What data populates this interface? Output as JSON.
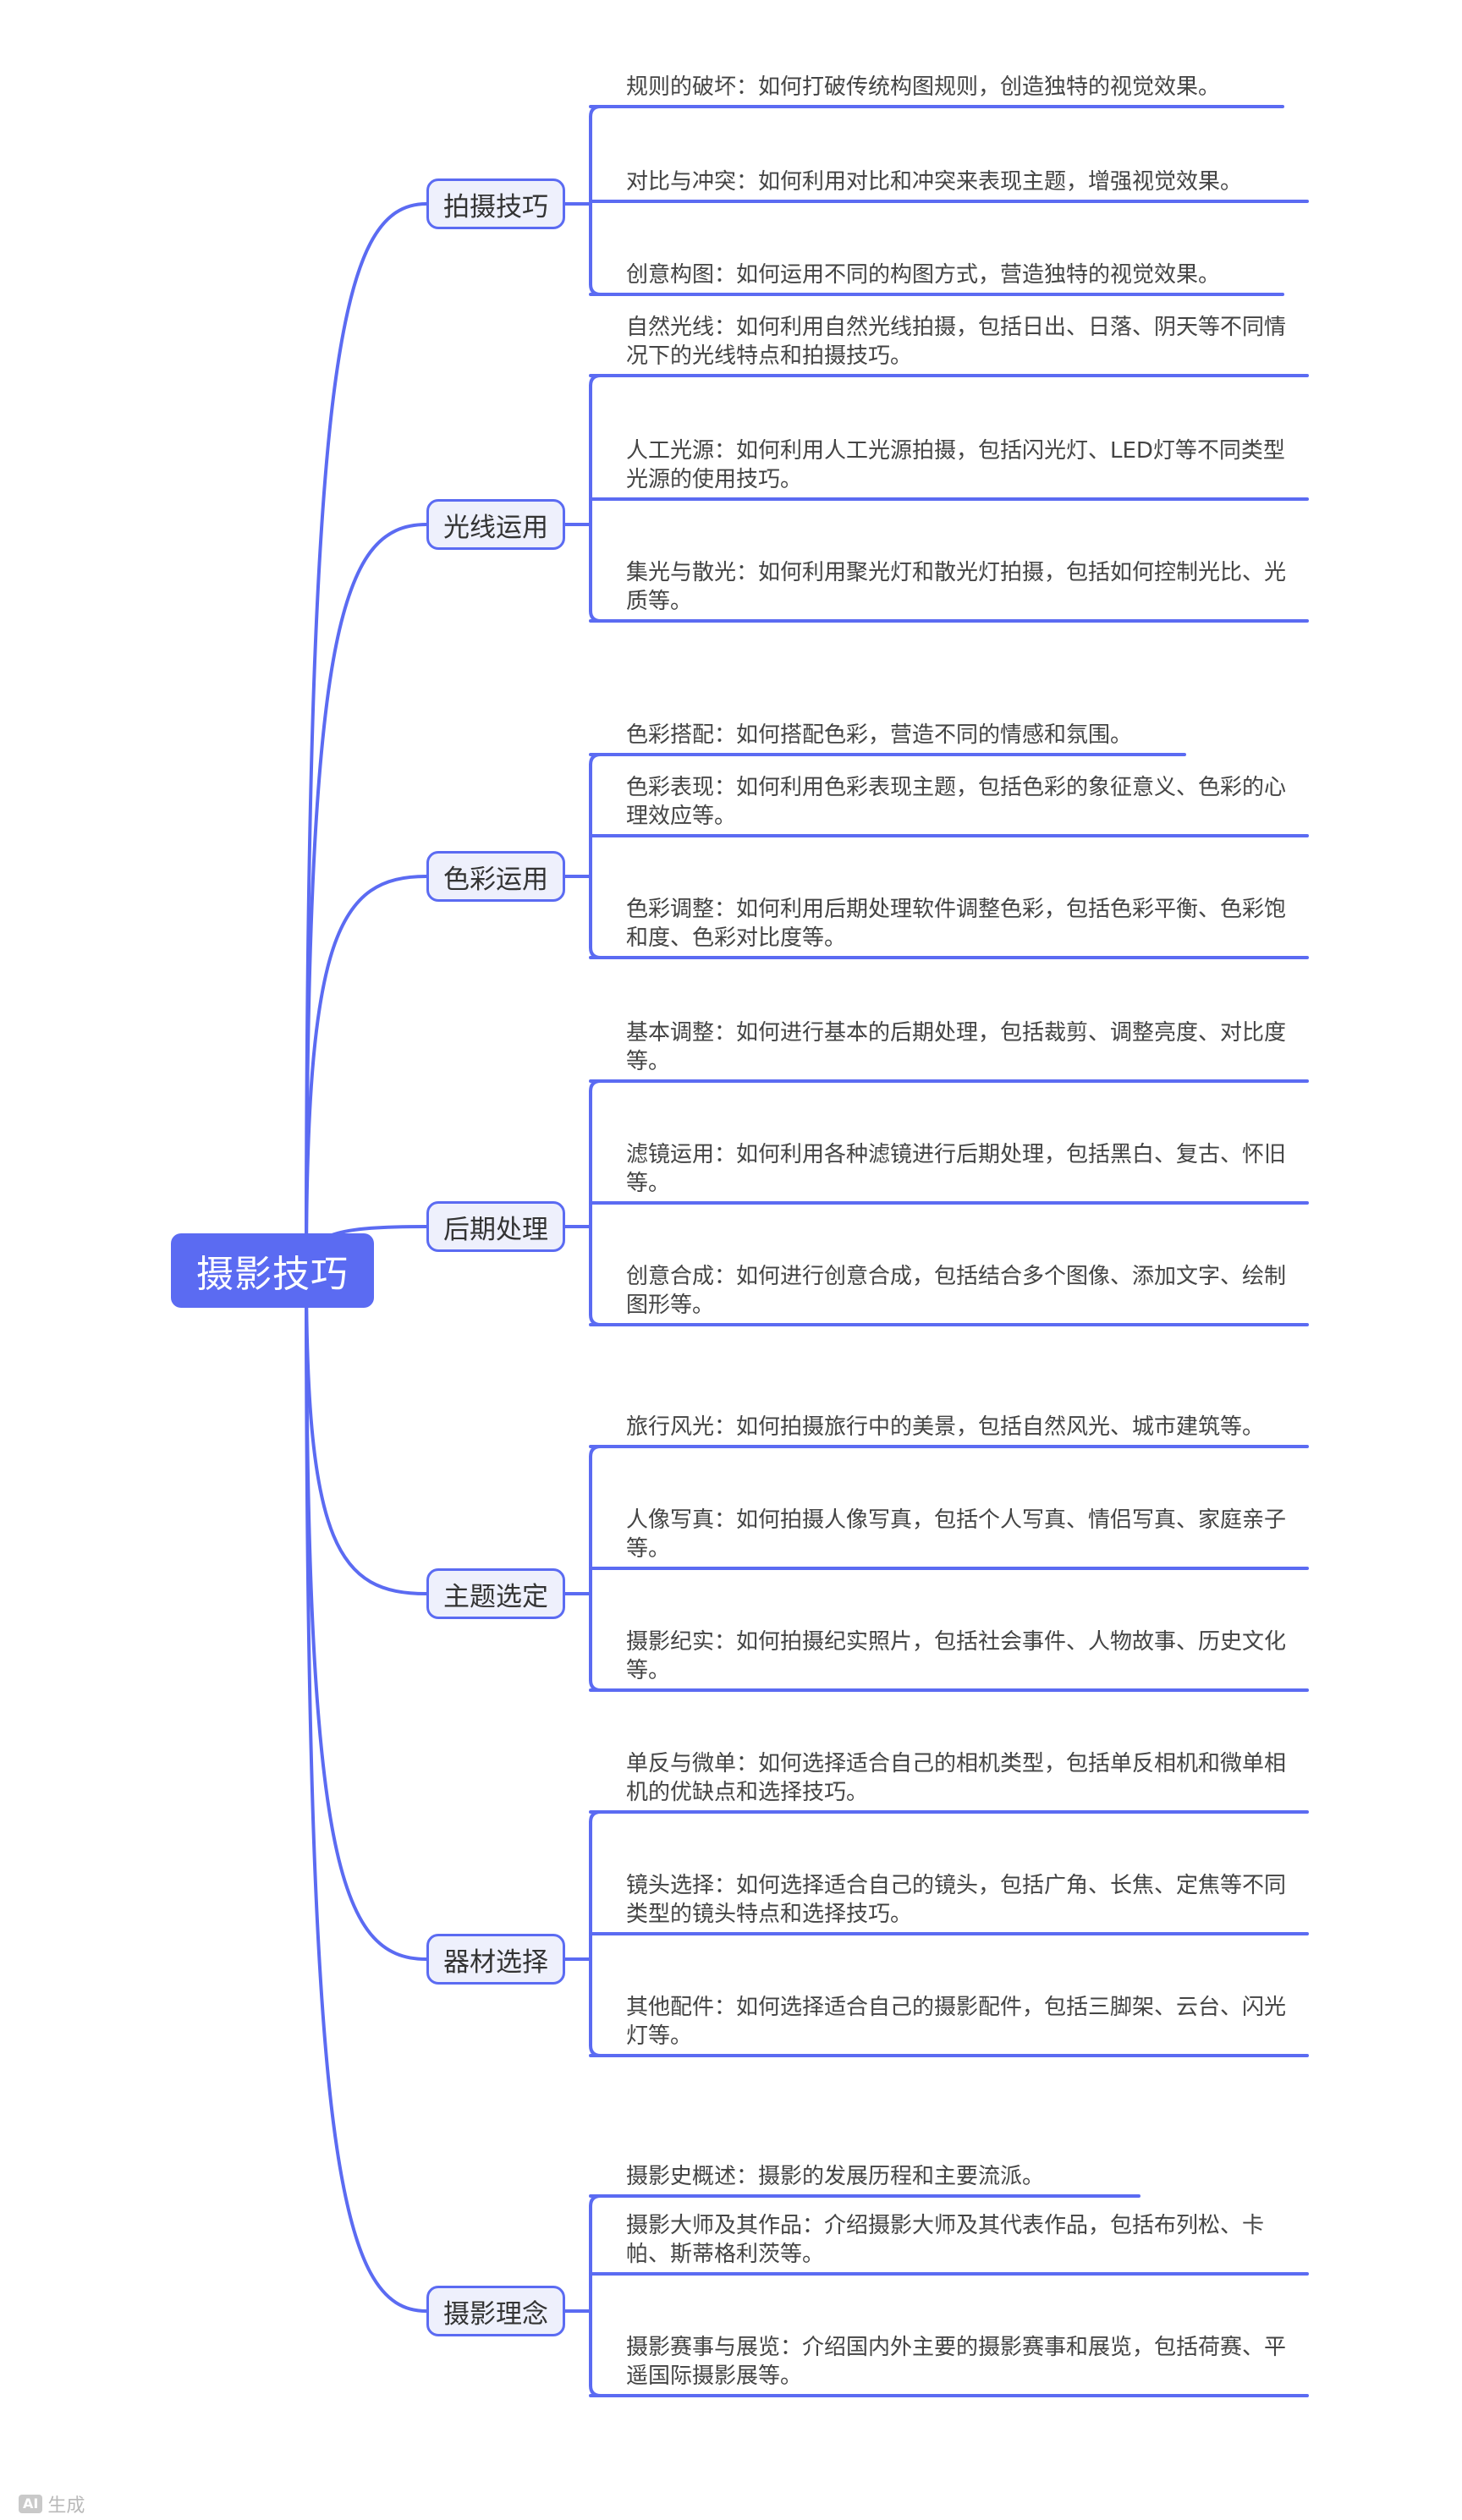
{
  "root": "摄影技巧",
  "colors": {
    "line": "#5b6bf2",
    "branch_fill": "#eef0fc",
    "root_fill": "#5b6bf2",
    "text": "#444444"
  },
  "branches": [
    {
      "label": "拍摄技巧",
      "children": [
        "规则的破坏：如何打破传统构图规则，创造独特的视觉效果。",
        "对比与冲突：如何利用对比和冲突来表现主题，增强视觉效果。",
        "创意构图：如何运用不同的构图方式，营造独特的视觉效果。"
      ]
    },
    {
      "label": "光线运用",
      "children": [
        "自然光线：如何利用自然光线拍摄，包括日出、日落、阴天等不同情况下的光线特点和拍摄技巧。",
        "人工光源：如何利用人工光源拍摄，包括闪光灯、LED灯等不同类型光源的使用技巧。",
        "集光与散光：如何利用聚光灯和散光灯拍摄，包括如何控制光比、光质等。"
      ]
    },
    {
      "label": "色彩运用",
      "children": [
        "色彩搭配：如何搭配色彩，营造不同的情感和氛围。",
        "色彩表现：如何利用色彩表现主题，包括色彩的象征意义、色彩的心理效应等。",
        "色彩调整：如何利用后期处理软件调整色彩，包括色彩平衡、色彩饱和度、色彩对比度等。"
      ]
    },
    {
      "label": "后期处理",
      "children": [
        "基本调整：如何进行基本的后期处理，包括裁剪、调整亮度、对比度等。",
        "滤镜运用：如何利用各种滤镜进行后期处理，包括黑白、复古、怀旧等。",
        "创意合成：如何进行创意合成，包括结合多个图像、添加文字、绘制图形等。"
      ]
    },
    {
      "label": "主题选定",
      "children": [
        "旅行风光：如何拍摄旅行中的美景，包括自然风光、城市建筑等。",
        "人像写真：如何拍摄人像写真，包括个人写真、情侣写真、家庭亲子等。",
        "摄影纪实：如何拍摄纪实照片，包括社会事件、人物故事、历史文化等。"
      ]
    },
    {
      "label": "器材选择",
      "children": [
        "单反与微单：如何选择适合自己的相机类型，包括单反相机和微单相机的优缺点和选择技巧。",
        "镜头选择：如何选择适合自己的镜头，包括广角、长焦、定焦等不同类型的镜头特点和选择技巧。",
        "其他配件：如何选择适合自己的摄影配件，包括三脚架、云台、闪光灯等。"
      ]
    },
    {
      "label": "摄影理念",
      "children": [
        "摄影史概述：摄影的发展历程和主要流派。",
        "摄影大师及其作品：介绍摄影大师及其代表作品，包括布列松、卡帕、斯蒂格利茨等。",
        "摄影赛事与展览：介绍国内外主要的摄影赛事和展览，包括荷赛、平遥国际摄影展等。"
      ]
    }
  ],
  "watermark": {
    "badge": "AI",
    "text": "生成"
  }
}
